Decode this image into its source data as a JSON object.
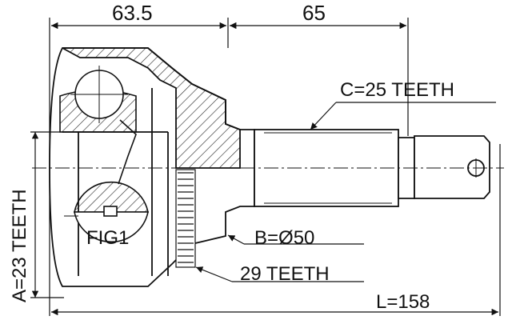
{
  "dimensions": {
    "top_left": "63.5",
    "top_right": "65",
    "overall": "L=158"
  },
  "callouts": {
    "c_spline": "C=25 TEETH",
    "a_spline": "A=23 TEETH",
    "b_diameter": "B=Ø50",
    "abs_ring": "29 TEETH",
    "figure": "FIG1"
  }
}
